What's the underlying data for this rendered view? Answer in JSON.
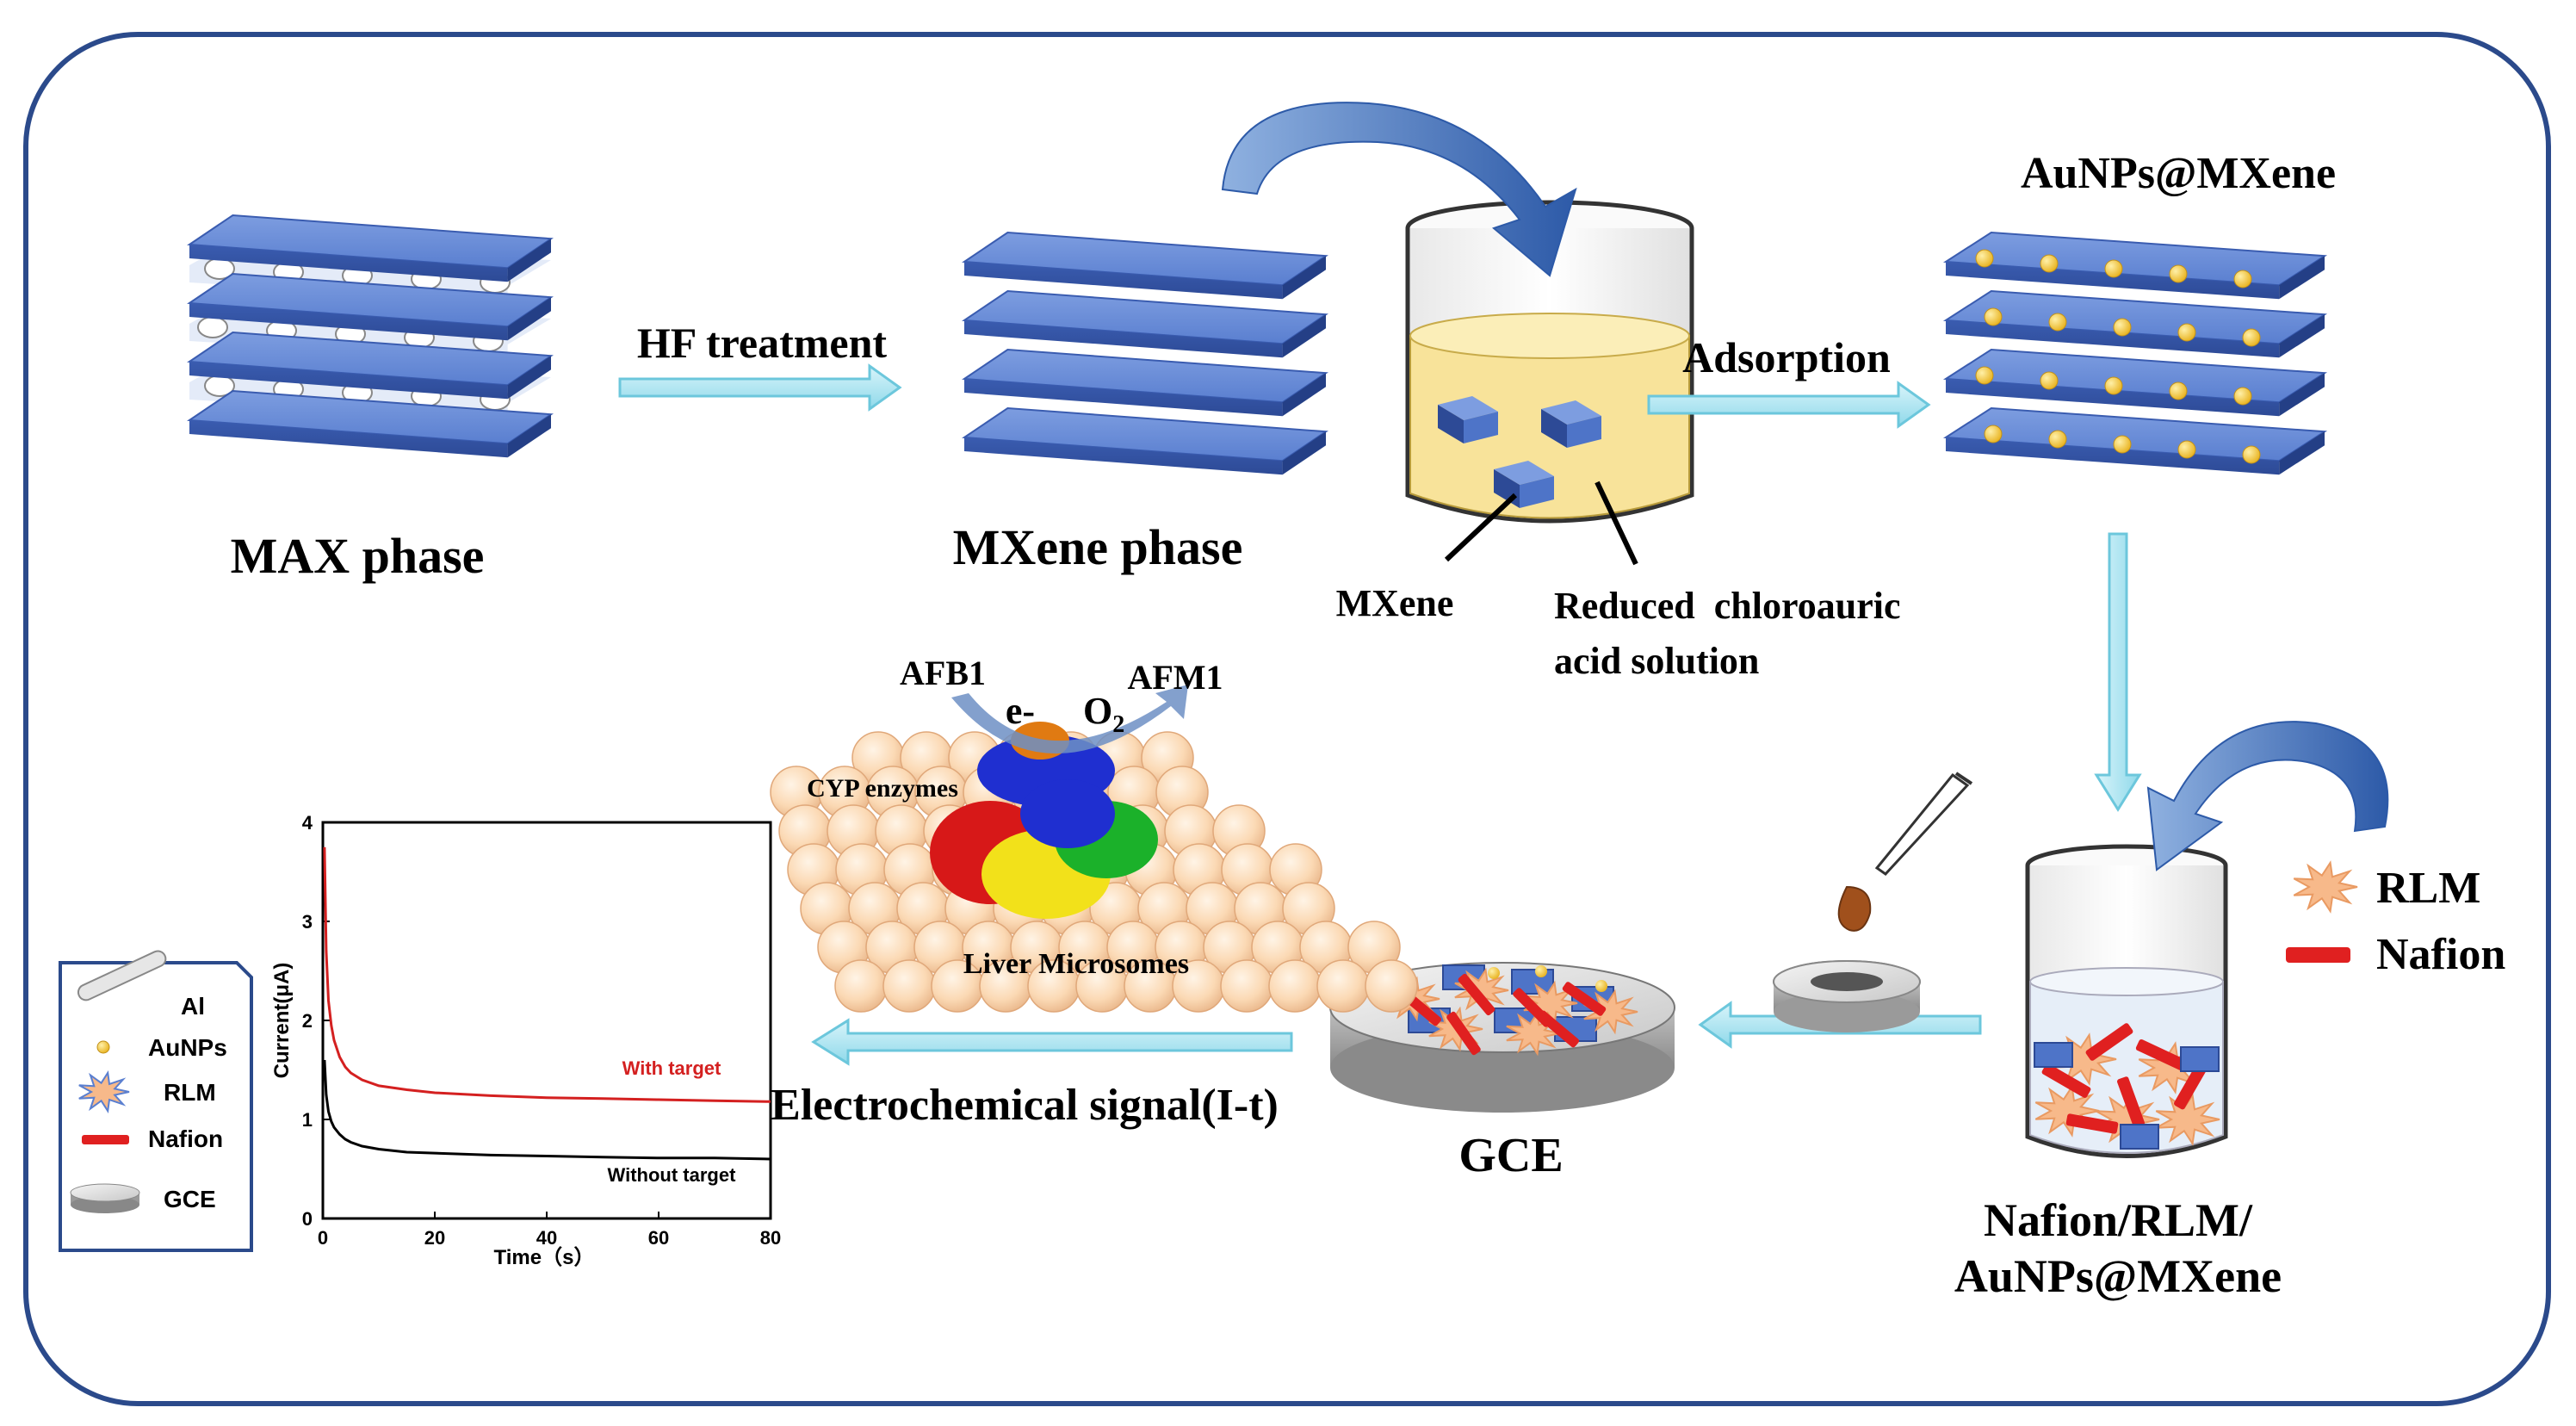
{
  "labels": {
    "max_phase": "MAX phase",
    "hf_treatment": "HF treatment",
    "mxene_phase": "MXene phase",
    "mxene": "MXene",
    "reduced_solution_line1": "Reduced  chloroauric",
    "reduced_solution_line2": "acid solution",
    "adsorption": "Adsorption",
    "aunps_mxene": "AuNPs@MXene",
    "rlm": "RLM",
    "nafion": "Nafion",
    "composite_line1": "Nafion/RLM/",
    "composite_line2": "AuNPs@MXene",
    "gce": "GCE",
    "electrochemical_signal": "Electrochemical signal(I-t)",
    "afb1": "AFB1",
    "afm1": "AFM1",
    "e_minus": "e-",
    "o2": "O",
    "o2_sub": "2",
    "cyp_enzymes": "CYP enzymes",
    "liver_microsomes": "Liver Microsomes"
  },
  "legend": {
    "items": [
      {
        "label": "Al",
        "icon": "al-rod-icon"
      },
      {
        "label": "AuNPs",
        "icon": "gold-nanoparticle-icon"
      },
      {
        "label": "RLM",
        "icon": "rlm-star-icon"
      },
      {
        "label": "Nafion",
        "icon": "nafion-bar-icon"
      },
      {
        "label": "GCE",
        "icon": "gce-disk-icon"
      }
    ]
  },
  "colors": {
    "frame": "#2b4a8b",
    "layer_blue": "#4e74c8",
    "layer_light": "#9fb8ea",
    "arrow_cyan": "#a8e4f0",
    "arrow_cyan_edge": "#6cc7dc",
    "curved_arrow": "#3f6fb5",
    "gold": "#f3c230",
    "rlm": "#f7b98a",
    "nafion": "#e02020",
    "solution": "#f8e39a",
    "with_target": "#d42020",
    "without_target": "#000000"
  },
  "chart_data": {
    "type": "line",
    "xlabel": "Time（s）",
    "ylabel": "Current(μA)",
    "xlim": [
      0,
      80
    ],
    "ylim": [
      0,
      4
    ],
    "xticks": [
      0,
      20,
      40,
      60,
      80
    ],
    "yticks": [
      0,
      1,
      2,
      3,
      4
    ],
    "series": [
      {
        "name": "With target",
        "color": "#d42020",
        "x": [
          0.3,
          0.6,
          1,
          1.5,
          2,
          3,
          4,
          5,
          7,
          10,
          15,
          20,
          30,
          40,
          50,
          60,
          70,
          80
        ],
        "y": [
          3.75,
          2.7,
          2.2,
          1.95,
          1.8,
          1.63,
          1.53,
          1.47,
          1.4,
          1.34,
          1.3,
          1.27,
          1.24,
          1.22,
          1.21,
          1.2,
          1.19,
          1.18
        ]
      },
      {
        "name": "Without target",
        "color": "#000000",
        "x": [
          0.3,
          0.6,
          1,
          1.5,
          2,
          3,
          4,
          5,
          7,
          10,
          15,
          20,
          30,
          40,
          50,
          60,
          70,
          80
        ],
        "y": [
          1.6,
          1.25,
          1.08,
          0.98,
          0.92,
          0.85,
          0.8,
          0.77,
          0.73,
          0.7,
          0.67,
          0.66,
          0.64,
          0.63,
          0.62,
          0.61,
          0.61,
          0.6
        ]
      }
    ]
  }
}
